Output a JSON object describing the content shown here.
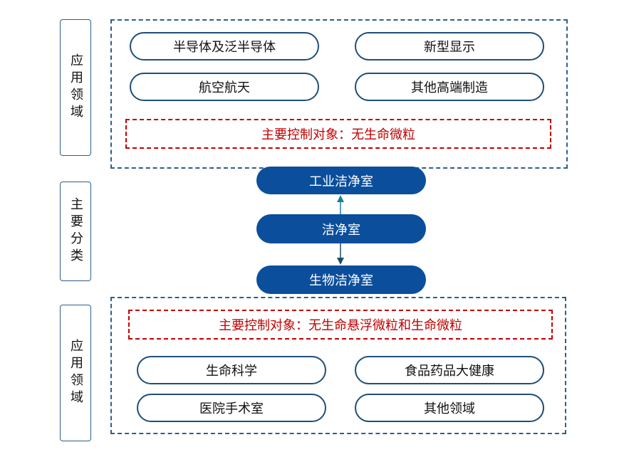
{
  "colors": {
    "dark_blue_fill": "#0b4f9c",
    "outline_blue": "#1f4e79",
    "dash_blue": "#2e5f8a",
    "dash_red": "#c00000",
    "arrow_up": "#1e7fa0",
    "arrow_down": "#1f4e63"
  },
  "top_section": {
    "side_label": "应用领域",
    "fields": [
      "半导体及泛半导体",
      "新型显示",
      "航空航天",
      "其他高端制造"
    ],
    "control_object": "主要控制对象：无生命微粒"
  },
  "middle_section": {
    "side_label": "主要分类",
    "industrial": "工业洁净室",
    "center": "洁净室",
    "bio": "生物洁净室"
  },
  "bottom_section": {
    "side_label": "应用领域",
    "control_object": "主要控制对象：无生命悬浮微粒和生命微粒",
    "fields": [
      "生命科学",
      "食品药品大健康",
      "医院手术室",
      "其他领域"
    ]
  }
}
